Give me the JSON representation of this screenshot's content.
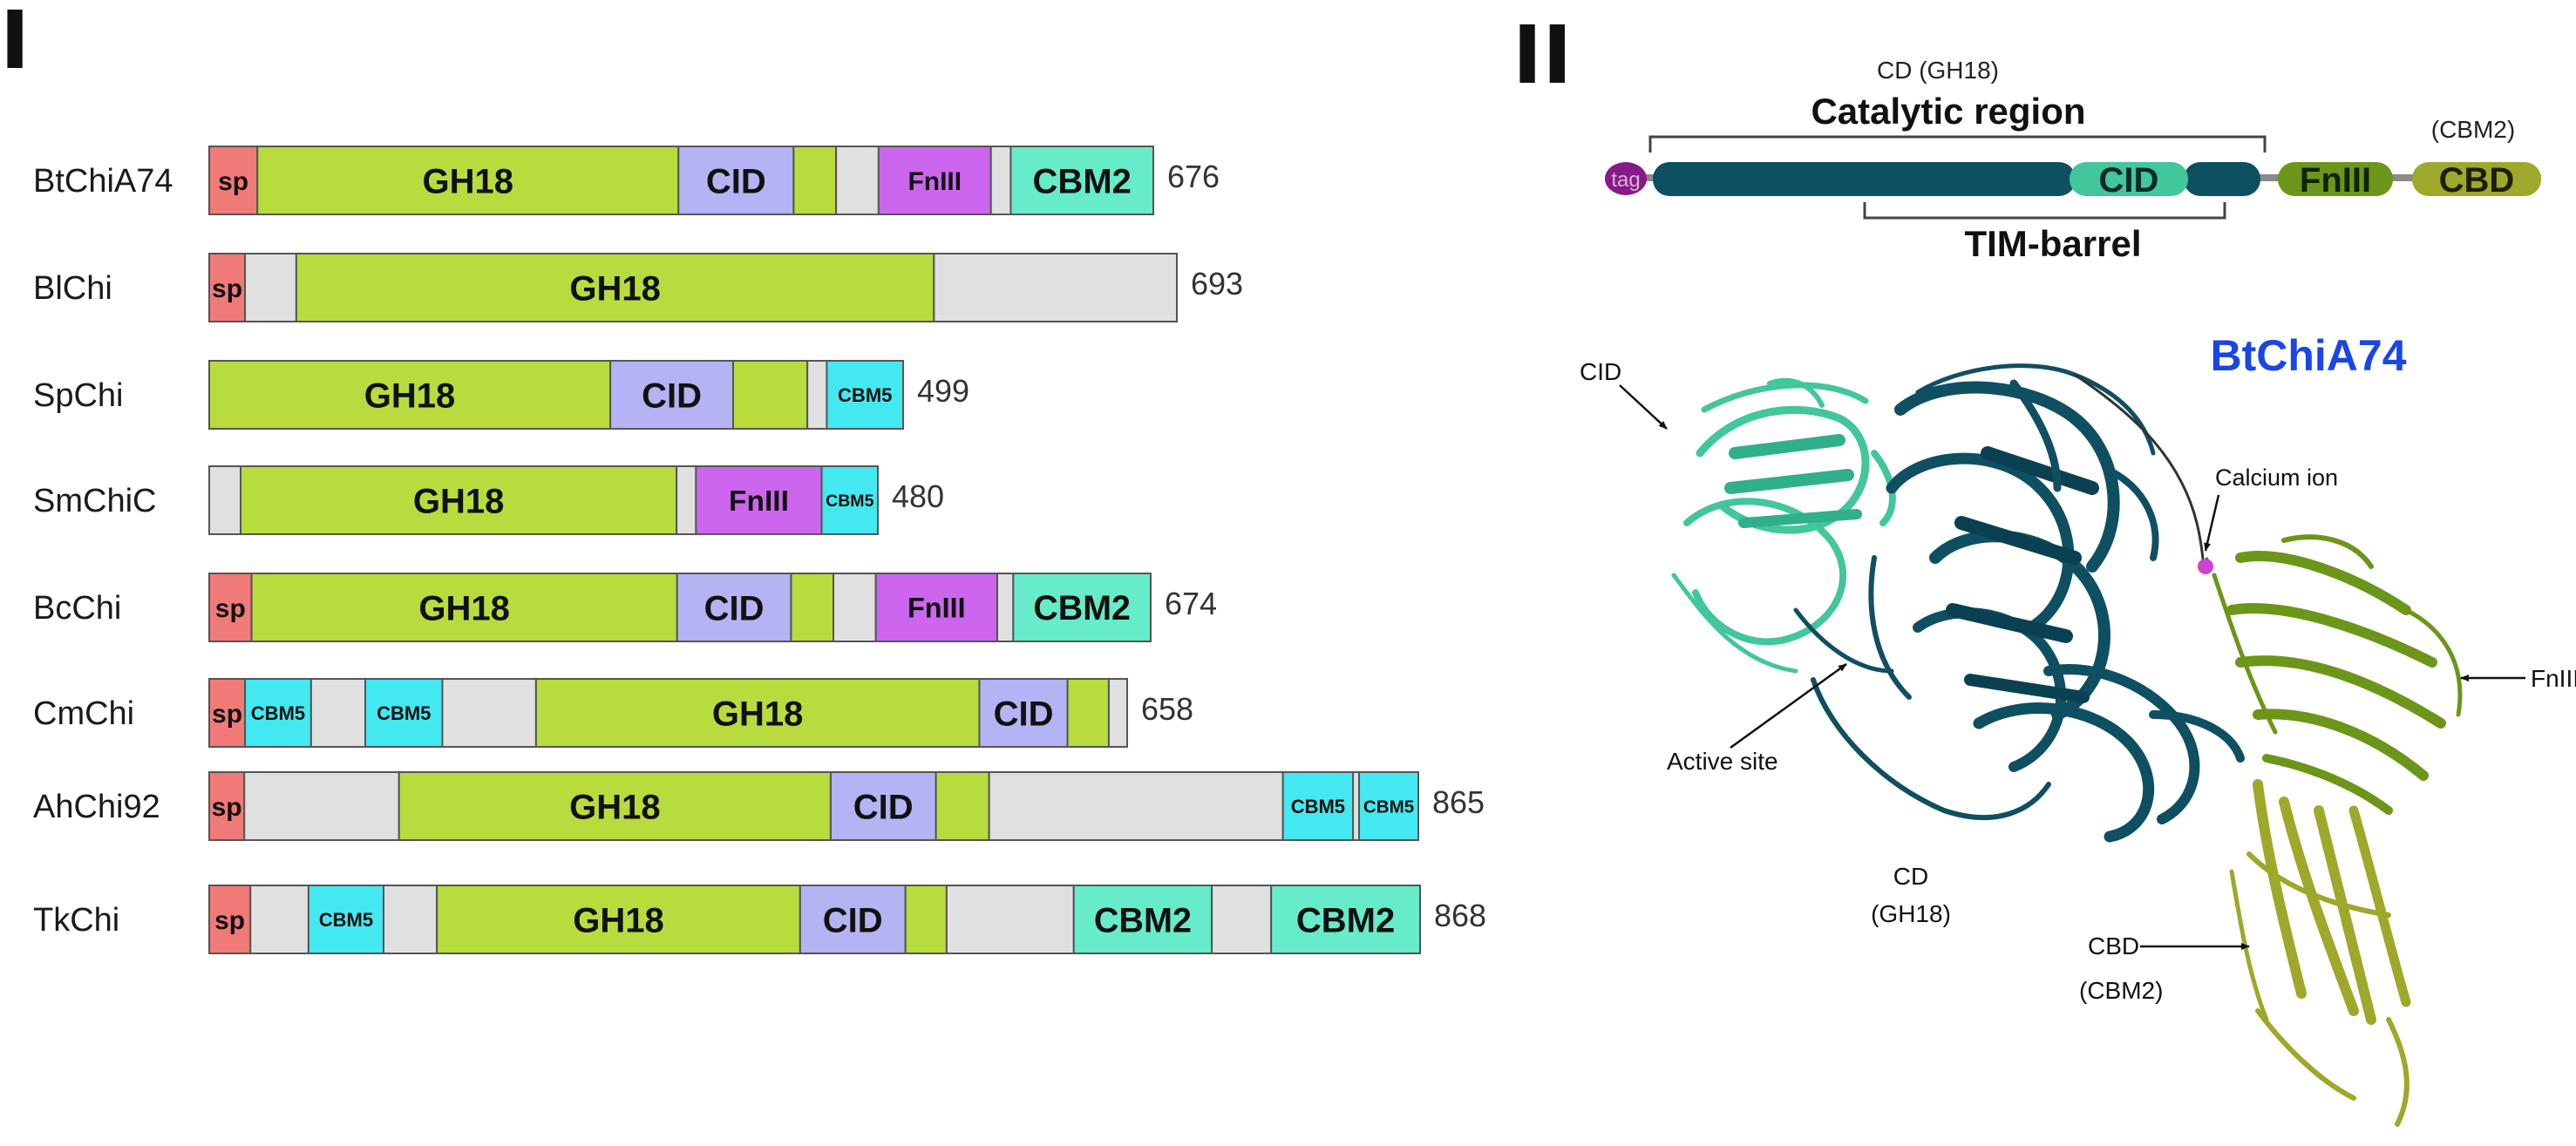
{
  "panel_labels": {
    "left": "I",
    "right": "II"
  },
  "colors": {
    "gh18": "#b8dc3e",
    "cid": "#b4b4f4",
    "fn3": "#cc66ee",
    "cbm2": "#66ecc8",
    "cbm5": "#44e8f0",
    "sp": "#f07a78",
    "linker": "#e0e0e0",
    "outline": "#555555",
    "cd_teal": "#0f4f62",
    "cid_green": "#42c69c",
    "fn3_green": "#6c961a",
    "cbd_olive": "#9ea82a",
    "tag_purple": "#881a88",
    "title_blue": "#1847e6"
  },
  "panel1": {
    "proteins": [
      {
        "name": "BtChiA74",
        "length": "676",
        "segments": [
          {
            "type": "sp",
            "label": "sp",
            "frac": 0.051
          },
          {
            "type": "gh18",
            "label": "GH18",
            "frac": 0.446
          },
          {
            "type": "cid",
            "label": "CID",
            "frac": 0.122
          },
          {
            "type": "gh18",
            "label": "",
            "frac": 0.045
          },
          {
            "type": "linker",
            "label": "",
            "frac": 0.045
          },
          {
            "type": "fn3",
            "label": "FnIII",
            "frac": 0.119
          },
          {
            "type": "linker",
            "label": "",
            "frac": 0.021
          },
          {
            "type": "cbm2",
            "label": "CBM2",
            "frac": 0.151
          }
        ]
      },
      {
        "name": "BlChi",
        "length": "693",
        "segments": [
          {
            "type": "sp",
            "label": "sp",
            "frac": 0.037
          },
          {
            "type": "linker",
            "label": "",
            "frac": 0.053
          },
          {
            "type": "gh18",
            "label": "GH18",
            "frac": 0.659
          },
          {
            "type": "linker",
            "label": "",
            "frac": 0.251
          }
        ]
      },
      {
        "name": "SpChi",
        "length": "499",
        "segments": [
          {
            "type": "gh18",
            "label": "GH18",
            "frac": 0.578
          },
          {
            "type": "cid",
            "label": "CID",
            "frac": 0.177
          },
          {
            "type": "gh18",
            "label": "",
            "frac": 0.107
          },
          {
            "type": "linker",
            "label": "",
            "frac": 0.028
          },
          {
            "type": "cbm5",
            "label": "CBM5",
            "frac": 0.11
          }
        ]
      },
      {
        "name": "SmChiC",
        "length": "480",
        "segments": [
          {
            "type": "linker",
            "label": "",
            "frac": 0.047
          },
          {
            "type": "gh18",
            "label": "GH18",
            "frac": 0.652
          },
          {
            "type": "linker",
            "label": "",
            "frac": 0.029
          },
          {
            "type": "fn3",
            "label": "FnIII",
            "frac": 0.188
          },
          {
            "type": "cbm5",
            "label": "CBM5",
            "frac": 0.084
          }
        ]
      },
      {
        "name": "BcChi",
        "length": "674",
        "segments": [
          {
            "type": "sp",
            "label": "sp",
            "frac": 0.045
          },
          {
            "type": "gh18",
            "label": "GH18",
            "frac": 0.452
          },
          {
            "type": "cid",
            "label": "CID",
            "frac": 0.121
          },
          {
            "type": "gh18",
            "label": "",
            "frac": 0.045
          },
          {
            "type": "linker",
            "label": "",
            "frac": 0.045
          },
          {
            "type": "fn3",
            "label": "FnIII",
            "frac": 0.129
          },
          {
            "type": "linker",
            "label": "",
            "frac": 0.017
          },
          {
            "type": "cbm2",
            "label": "CBM2",
            "frac": 0.146
          }
        ]
      },
      {
        "name": "CmChi",
        "length": "658",
        "segments": [
          {
            "type": "sp",
            "label": "sp",
            "frac": 0.039
          },
          {
            "type": "cbm5",
            "label": "CBM5",
            "frac": 0.072
          },
          {
            "type": "linker",
            "label": "",
            "frac": 0.059
          },
          {
            "type": "cbm5",
            "label": "CBM5",
            "frac": 0.084
          },
          {
            "type": "linker",
            "label": "",
            "frac": 0.102
          },
          {
            "type": "gh18",
            "label": "GH18",
            "frac": 0.483
          },
          {
            "type": "cid",
            "label": "CID",
            "frac": 0.096
          },
          {
            "type": "gh18",
            "label": "",
            "frac": 0.045
          },
          {
            "type": "linker",
            "label": "",
            "frac": 0.02
          }
        ]
      },
      {
        "name": "AhChi92",
        "length": "865",
        "segments": [
          {
            "type": "sp",
            "label": "sp",
            "frac": 0.029
          },
          {
            "type": "linker",
            "label": "",
            "frac": 0.128
          },
          {
            "type": "gh18",
            "label": "GH18",
            "frac": 0.357
          },
          {
            "type": "cid",
            "label": "CID",
            "frac": 0.087
          },
          {
            "type": "gh18",
            "label": "",
            "frac": 0.044
          },
          {
            "type": "linker",
            "label": "",
            "frac": 0.243
          },
          {
            "type": "cbm5",
            "label": "CBM5",
            "frac": 0.058
          },
          {
            "type": "linker",
            "label": "",
            "frac": 0.005
          },
          {
            "type": "cbm5",
            "label": "CBM5",
            "frac": 0.049
          }
        ]
      },
      {
        "name": "TkChi",
        "length": "868",
        "segments": [
          {
            "type": "sp",
            "label": "sp",
            "frac": 0.034
          },
          {
            "type": "linker",
            "label": "",
            "frac": 0.048
          },
          {
            "type": "cbm5",
            "label": "CBM5",
            "frac": 0.062
          },
          {
            "type": "linker",
            "label": "",
            "frac": 0.044
          },
          {
            "type": "gh18",
            "label": "GH18",
            "frac": 0.3
          },
          {
            "type": "cid",
            "label": "CID",
            "frac": 0.087
          },
          {
            "type": "gh18",
            "label": "",
            "frac": 0.034
          },
          {
            "type": "linker",
            "label": "",
            "frac": 0.105
          },
          {
            "type": "cbm2",
            "label": "CBM2",
            "frac": 0.114
          },
          {
            "type": "linker",
            "label": "",
            "frac": 0.049
          },
          {
            "type": "cbm2",
            "label": "CBM2",
            "frac": 0.123
          }
        ]
      }
    ]
  },
  "panel2": {
    "schematic": {
      "cd_label": "CD  (GH18)",
      "catalytic_label": "Catalytic region",
      "tim_label": "TIM-barrel",
      "cbm2_label": "(CBM2)",
      "tag_label": "tag",
      "cid_label": "CID",
      "fn3_label": "FnIII",
      "cbd_label": "CBD"
    },
    "structure": {
      "title": "BtChiA74",
      "labels": {
        "cid": "CID",
        "calcium": "Calcium ion",
        "fn3": "FnIII",
        "active_site": "Active site",
        "cd_line1": "CD",
        "cd_line2": "(GH18)",
        "cbd": "CBD",
        "cbd_sub": "(CBM2)"
      }
    }
  }
}
